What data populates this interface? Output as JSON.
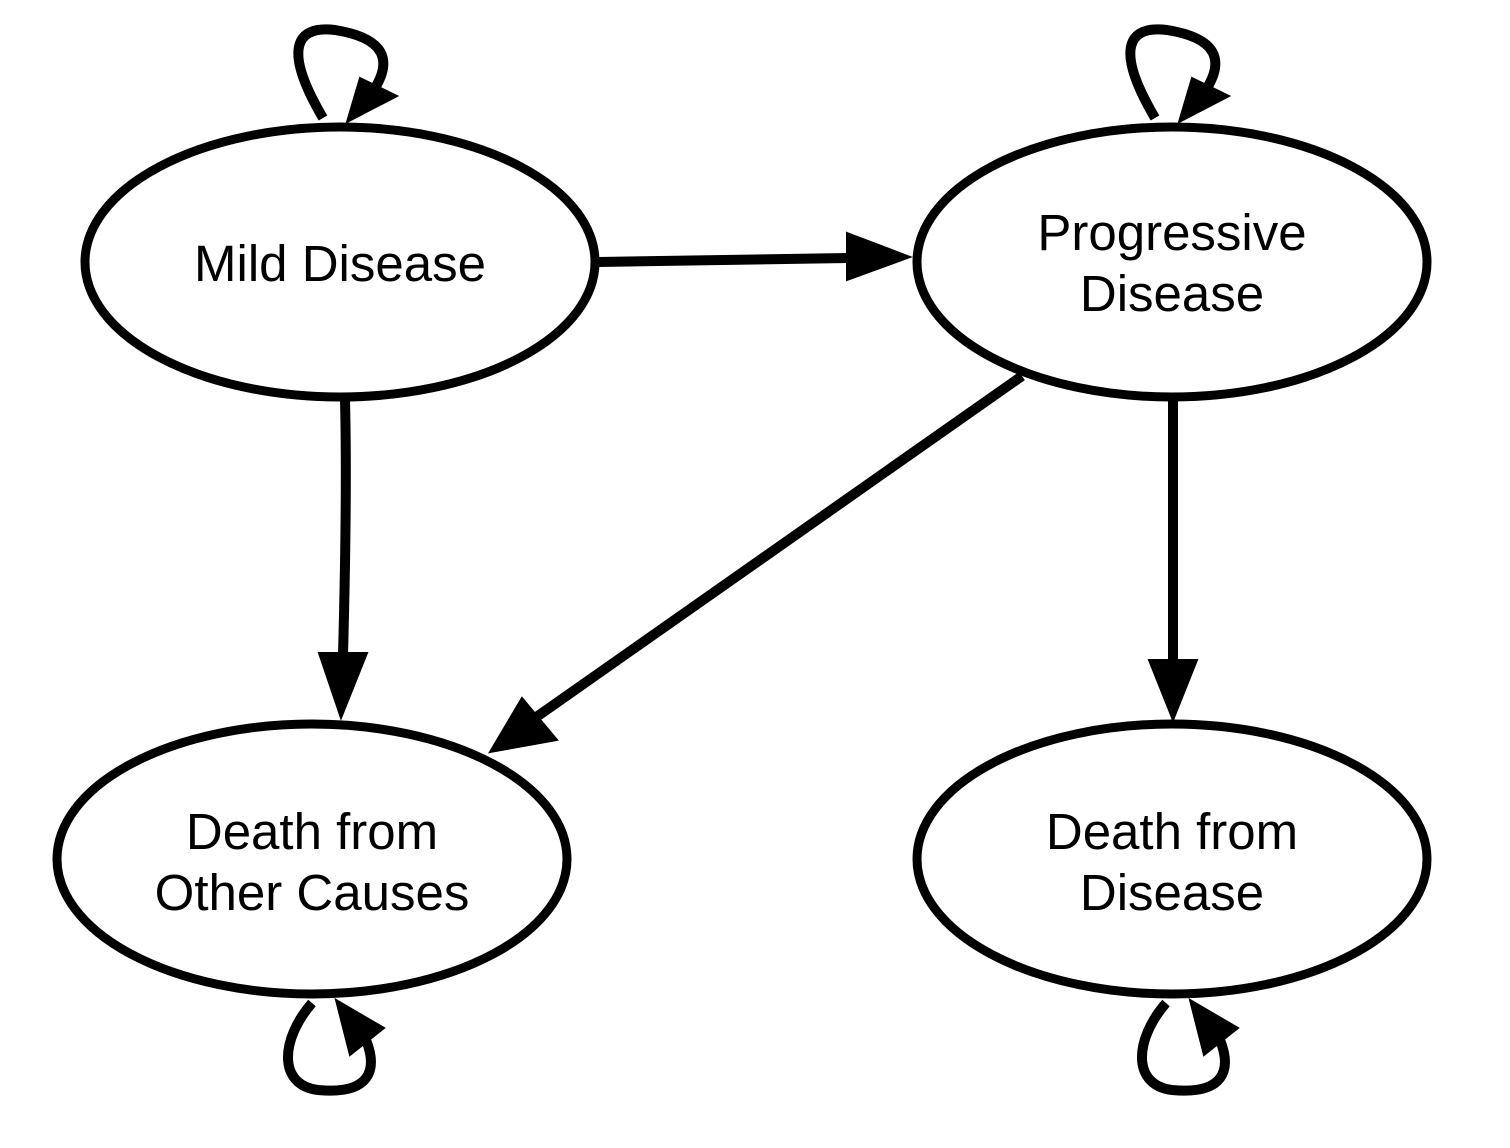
{
  "diagram": {
    "stroke_color": "#000000",
    "fill_color": "#ffffff",
    "nodes": {
      "mild": {
        "line1": "Mild Disease"
      },
      "progressive": {
        "line1": "Progressive",
        "line2": "Disease"
      },
      "death_other": {
        "line1": "Death from",
        "line2": "Other Causes"
      },
      "death_disease": {
        "line1": "Death from",
        "line2": "Disease"
      }
    },
    "edges": [
      {
        "from": "Mild Disease",
        "to": "Mild Disease"
      },
      {
        "from": "Mild Disease",
        "to": "Progressive Disease"
      },
      {
        "from": "Mild Disease",
        "to": "Death from Other Causes"
      },
      {
        "from": "Progressive Disease",
        "to": "Progressive Disease"
      },
      {
        "from": "Progressive Disease",
        "to": "Death from Other Causes"
      },
      {
        "from": "Progressive Disease",
        "to": "Death from Disease"
      },
      {
        "from": "Death from Other Causes",
        "to": "Death from Other Causes"
      },
      {
        "from": "Death from Disease",
        "to": "Death from Disease"
      }
    ]
  }
}
